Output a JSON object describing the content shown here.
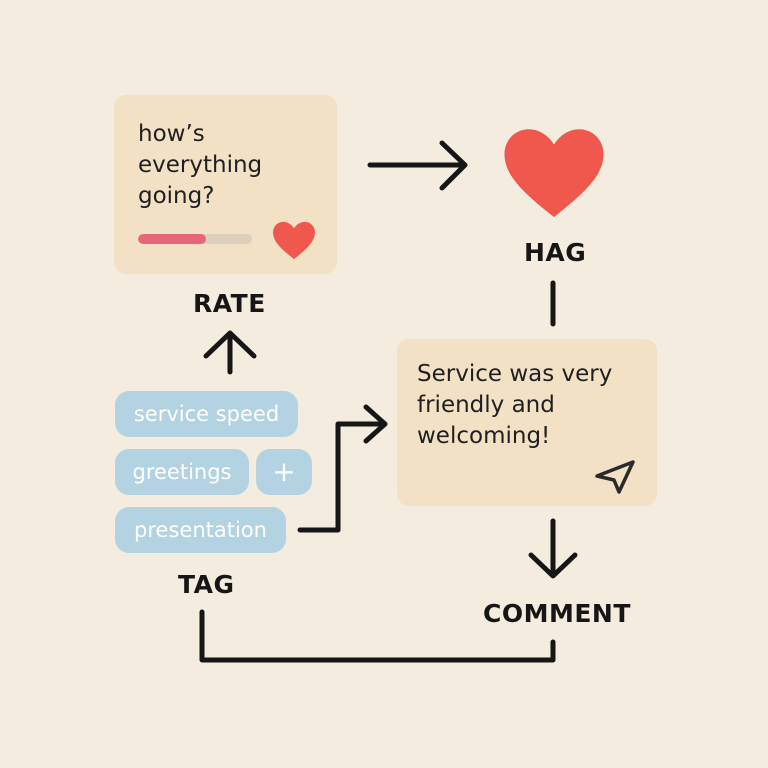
{
  "rate_card": {
    "question": "how’s\neverything\ngoing?",
    "rating_fraction": 0.6
  },
  "labels": {
    "rate": "RATE",
    "hag": "HAG",
    "tag": "TAG",
    "comment": "COMMENT"
  },
  "tags": {
    "items": [
      "service speed",
      "greetings",
      "presentation"
    ],
    "add_label": "+"
  },
  "comment_card": {
    "text": "Service was very\nfriendly and\nwelcoming!"
  },
  "icons": {
    "rate_heart": "heart-icon",
    "hag_heart": "heart-icon",
    "send": "send-icon"
  },
  "colors": {
    "background": "#f4ecdf",
    "card": "#f3e1c6",
    "heart": "#f0574d",
    "bar_fill": "#e8667a",
    "chip": "#b3d3e2"
  }
}
